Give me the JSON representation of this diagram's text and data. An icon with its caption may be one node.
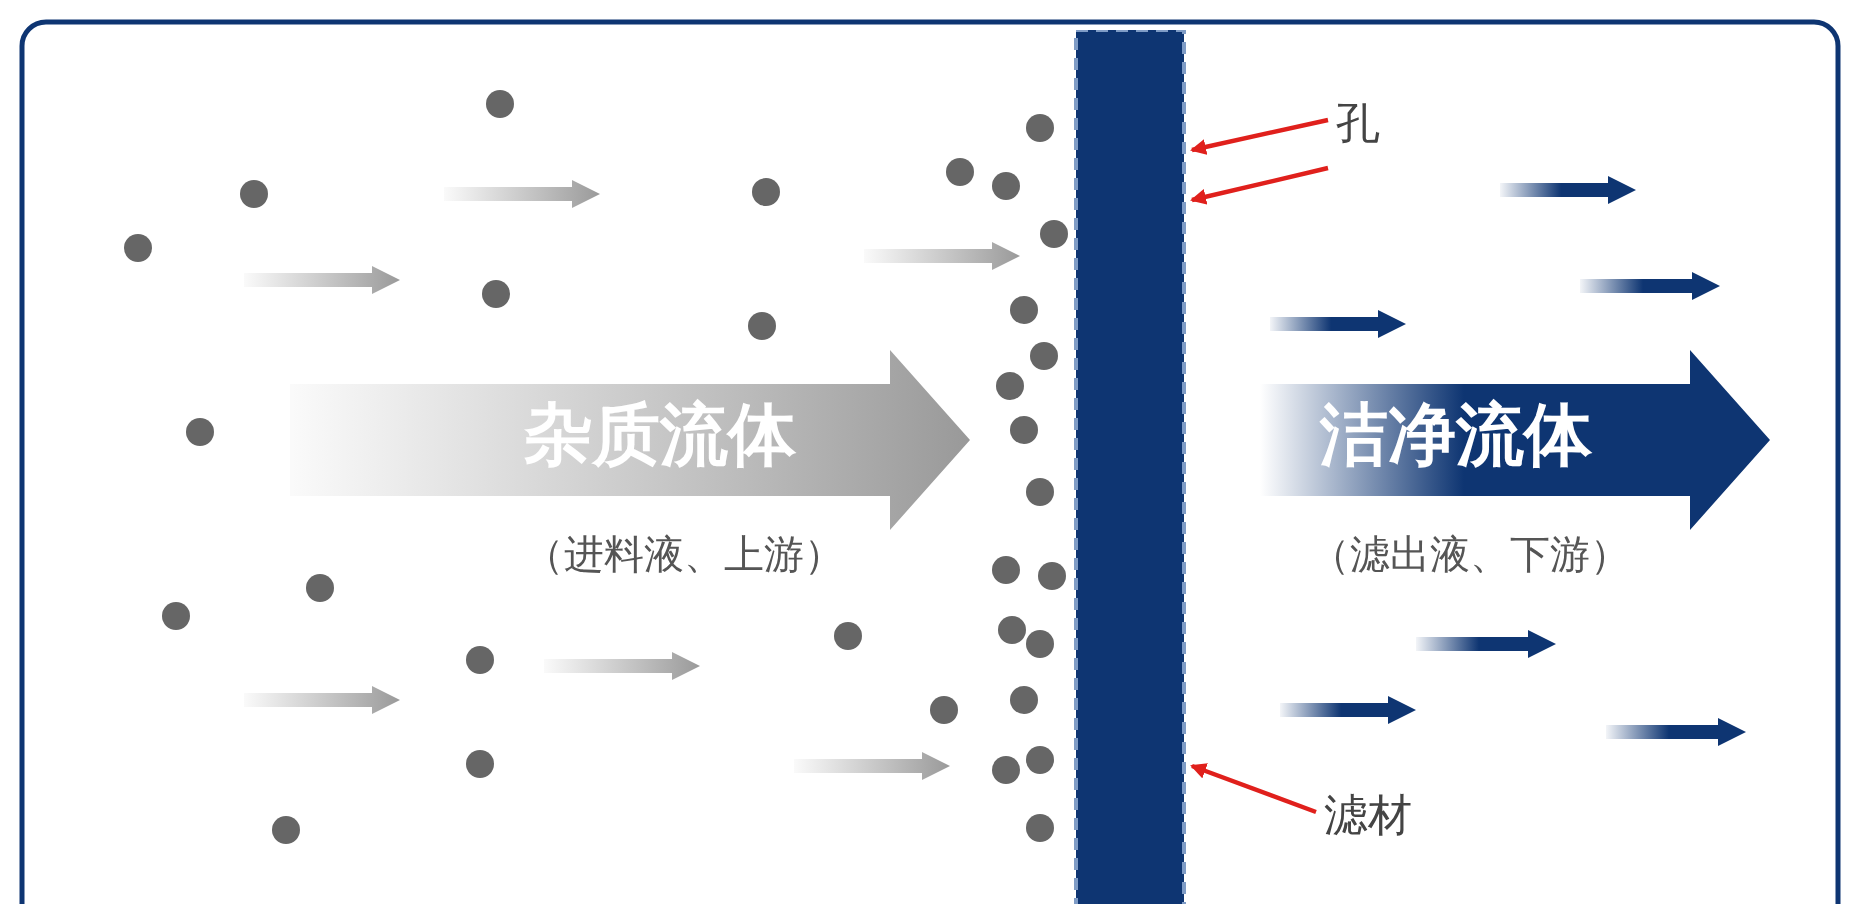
{
  "diagram": {
    "nodes": [
      {
        "text": [
          "杂质流体"
        ],
        "beside": [
          "（进料液、上游）"
        ]
      },
      {
        "text": [],
        "shape": "bar"
      },
      {
        "text": [
          "洁净流体"
        ],
        "beside": [
          "（滤出液、下游）"
        ]
      },
      {
        "text": [
          "孔"
        ]
      },
      {
        "text": [
          "滤材"
        ]
      }
    ],
    "edges": [
      {
        "from": 3,
        "to": 1,
        "arrow": "to"
      },
      {
        "from": 3,
        "to": 1,
        "arrow": "to"
      },
      {
        "from": 4,
        "to": 1,
        "arrow": "to"
      }
    ]
  }
}
